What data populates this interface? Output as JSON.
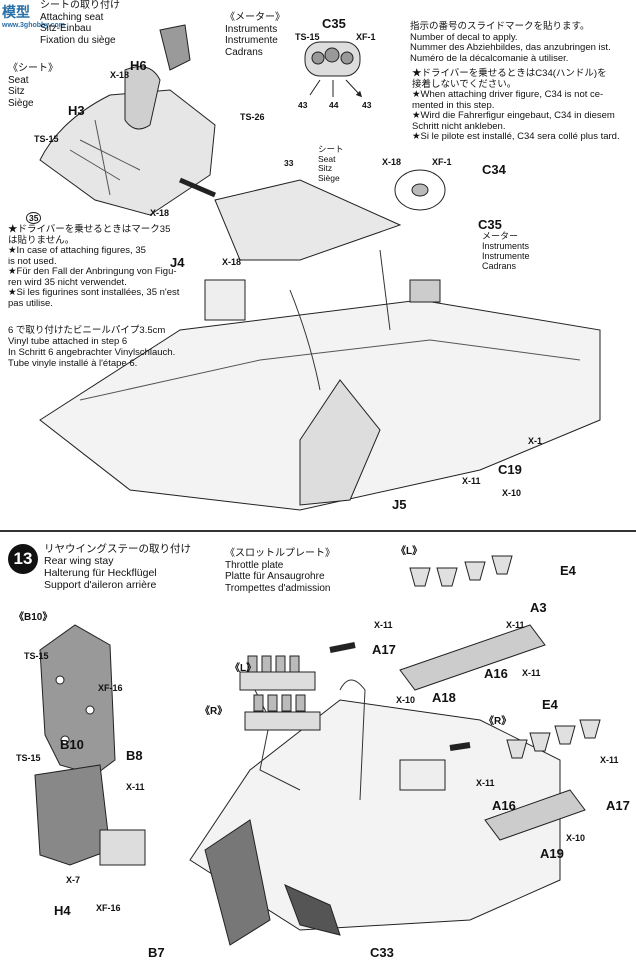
{
  "watermark": {
    "brand": "模型",
    "site": "www.3ghobby.com"
  },
  "step12": {
    "seat_attach": {
      "jp": "シートの取り付け",
      "en": "Attaching seat",
      "de": "Sitz-Einbau",
      "fr": "Fixation du siège"
    },
    "seat_label": {
      "jp": "《シート》",
      "en": "Seat",
      "de": "Sitz",
      "fr": "Siège"
    },
    "meter": {
      "jp": "《メーター》",
      "en": "Instruments",
      "de": "Instrumente",
      "fr": "Cadrans"
    },
    "decal_note": {
      "jp": "指示の番号のスライドマークを貼ります。",
      "en": "Number of decal to apply.",
      "de": "Nummer des Abziehbildes, das anzubringen ist.",
      "fr": "Numéro de la décalcomanie à utiliser."
    },
    "driver_note_right": {
      "jp1": "★ドライバーを乗せるときはC34(ハンドル)を",
      "jp2": "接着しないでください。",
      "en1": "★When attaching driver figure, C34 is not ce-",
      "en2": "mented in this step.",
      "de1": "★Wird die Fahrerfigur eingebaut, C34 in diesem",
      "de2": "Schritt nicht ankleben.",
      "fr1": "★Si le pilote est installé, C34 sera collé plus tard."
    },
    "driver_note_left": {
      "jp1": "★ドライバーを乗せるときはマーク35",
      "jp2": "は貼りません。",
      "en1": "★In case of attaching figures, 35",
      "en2": "is not used.",
      "de1": "★Für den Fall der Anbringung von Figu-",
      "de2": "ren wird 35 nicht verwendet.",
      "fr1": "★Si les figurines sont installées, 35 n'est",
      "fr2": "pas utilise."
    },
    "vinyl_note": {
      "jp": "6 で取り付けたビニールパイプ3.5cm",
      "en": "Vinyl tube attached in step 6",
      "de": "In Schritt 6 angebrachter Vinylschlauch.",
      "fr": "Tube vinyle installé à l'étape 6."
    },
    "seat_small": {
      "jp": "シート",
      "en": "Seat",
      "de": "Sitz",
      "fr": "Siège"
    },
    "instruments_small": {
      "jp": "メーター",
      "en": "Instruments",
      "de": "Instrumente",
      "fr": "Cadrans"
    },
    "parts": {
      "H6": "H6",
      "H3": "H3",
      "X18a": "X-18",
      "TS15a": "TS-15",
      "TS26": "TS-26",
      "X18b": "X-18",
      "C35top": "C35",
      "TS15b": "TS-15",
      "XF1a": "XF-1",
      "d43a": "43",
      "d44": "44",
      "d43b": "43",
      "X18c": "X-18",
      "XF1b": "XF-1",
      "C34": "C34",
      "C35b": "C35",
      "d33": "33",
      "J4": "J4",
      "X18d": "X-18",
      "X1": "X-1",
      "C19": "C19",
      "X11": "X-11",
      "X10": "X-10",
      "J5": "J5",
      "d35": "35"
    }
  },
  "step13": {
    "number": "13",
    "title": {
      "jp": "リヤウイングステーの取り付け",
      "en": "Rear wing stay",
      "de": "Halterung für Heckflügel",
      "fr": "Support d'aileron arrière"
    },
    "throttle": {
      "jp": "《スロットルプレート》",
      "en": "Throttle plate",
      "de": "Platte für Ansaugrohre",
      "fr": "Trompettes d'admission"
    },
    "L": "《L》",
    "R": "《R》",
    "B10hdr": "《B10》",
    "parts": {
      "E4a": "E4",
      "A3": "A3",
      "X11a": "X-11",
      "X11b": "X-11",
      "A17a": "A17",
      "A18": "A18",
      "A16a": "A16",
      "X11c": "X-11",
      "X10a": "X-10",
      "E4b": "E4",
      "X11d": "X-11",
      "X11e": "X-11",
      "A16b": "A16",
      "A17b": "A17",
      "A19": "A19",
      "X10b": "X-10",
      "TS15a": "TS-15",
      "XF16a": "XF-16",
      "B10": "B10",
      "TS15b": "TS-15",
      "B8": "B8",
      "X11f": "X-11",
      "X7": "X-7",
      "H4": "H4",
      "XF16b": "XF-16",
      "B7": "B7",
      "C33": "C33"
    }
  }
}
